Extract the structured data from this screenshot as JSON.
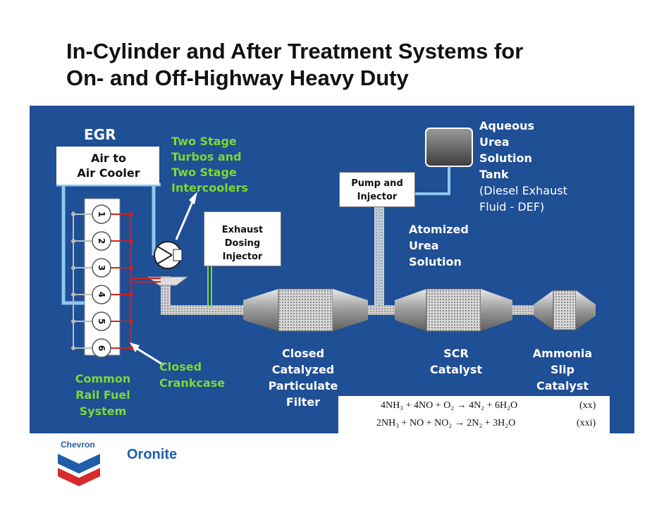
{
  "title": {
    "line1": "In-Cylinder and After Treatment Systems for",
    "line2": "On- and Off-Highway Heavy Duty"
  },
  "labels": {
    "egr": "EGR",
    "air_cooler_line1": "Air to",
    "air_cooler_line2": "Air Cooler",
    "turbo_line1": "Two Stage",
    "turbo_line2": "Turbos and",
    "turbo_line3": "Two Stage",
    "turbo_line4": "Intercoolers",
    "exhaust_line1": "Exhaust",
    "exhaust_line2": "Dosing",
    "exhaust_line3": "Injector",
    "pump_line1": "Pump and",
    "pump_line2": "Injector",
    "urea_tank_line1": "Aqueous",
    "urea_tank_line2": "Urea",
    "urea_tank_line3": "Solution",
    "urea_tank_line4": "Tank",
    "def_line1": "(Diesel Exhaust",
    "def_line2": "Fluid - DEF)",
    "atomized_line1": "Atomized",
    "atomized_line2": "Urea",
    "atomized_line3": "Solution",
    "closed_cc_line1": "Closed",
    "closed_cc_line2": "Crankcase",
    "common_rail_line1": "Common",
    "common_rail_line2": "Rail Fuel",
    "common_rail_line3": "System",
    "cdpf_line1": "Closed",
    "cdpf_line2": "Catalyzed",
    "cdpf_line3": "Particulate",
    "cdpf_line4": "Filter",
    "scr_line1": "SCR",
    "scr_line2": "Catalyst",
    "asc_line1": "Ammonia",
    "asc_line2": "Slip",
    "asc_line3": "Catalyst"
  },
  "cylinders": [
    "1",
    "2",
    "3",
    "4",
    "5",
    "6"
  ],
  "equations": [
    {
      "text": "4NH₃ + 4NO + O₂ → 4N₂ + 6H₂O",
      "tag": "(xx)"
    },
    {
      "text": "2NH₃ + NO + NO₂ → 2N₂ + 3H₂O",
      "tag": "(xxi)"
    }
  ],
  "logos": {
    "chevron": "Chevron",
    "oronite": "Oronite"
  },
  "colors": {
    "panel": "#1f4f95",
    "green_text": "#7dd934",
    "pipe": "#8ec7f0"
  }
}
